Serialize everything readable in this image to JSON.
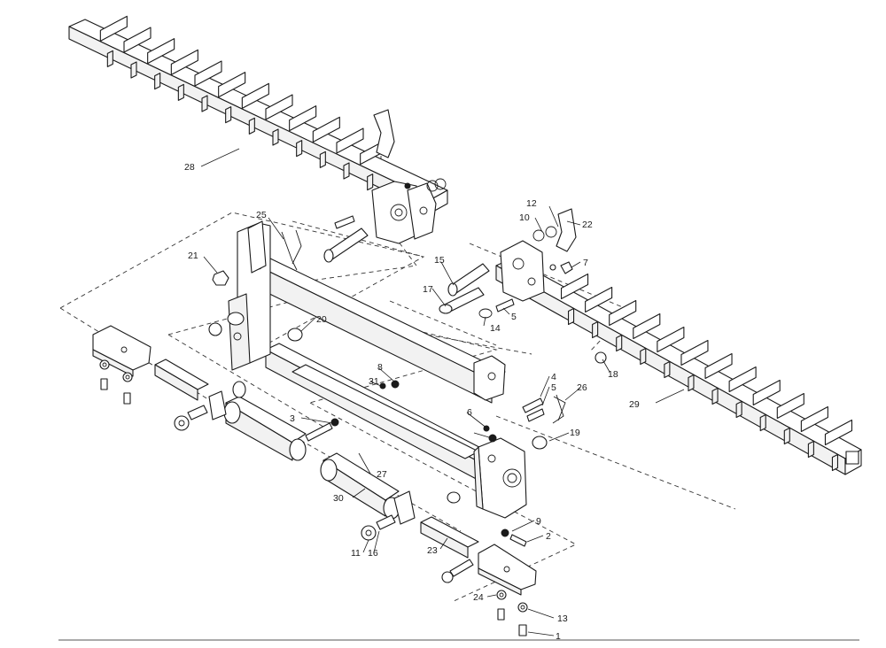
{
  "callouts": [
    {
      "id": "c1",
      "label": "1"
    },
    {
      "id": "c2",
      "label": "2"
    },
    {
      "id": "c3",
      "label": "3"
    },
    {
      "id": "c4",
      "label": "4"
    },
    {
      "id": "c5a",
      "label": "5"
    },
    {
      "id": "c5b",
      "label": "5"
    },
    {
      "id": "c6",
      "label": "6"
    },
    {
      "id": "c7",
      "label": "7"
    },
    {
      "id": "c8",
      "label": "8"
    },
    {
      "id": "c9",
      "label": "9"
    },
    {
      "id": "c10",
      "label": "10"
    },
    {
      "id": "c11",
      "label": "11"
    },
    {
      "id": "c12",
      "label": "12"
    },
    {
      "id": "c13",
      "label": "13"
    },
    {
      "id": "c14",
      "label": "14"
    },
    {
      "id": "c15",
      "label": "15"
    },
    {
      "id": "c16",
      "label": "16"
    },
    {
      "id": "c17",
      "label": "17"
    },
    {
      "id": "c18",
      "label": "18"
    },
    {
      "id": "c19",
      "label": "19"
    },
    {
      "id": "c20",
      "label": "20"
    },
    {
      "id": "c21",
      "label": "21"
    },
    {
      "id": "c22",
      "label": "22"
    },
    {
      "id": "c23",
      "label": "23"
    },
    {
      "id": "c24",
      "label": "24"
    },
    {
      "id": "c25",
      "label": "25"
    },
    {
      "id": "c26",
      "label": "26"
    },
    {
      "id": "c27",
      "label": "27"
    },
    {
      "id": "c28",
      "label": "28"
    },
    {
      "id": "c29",
      "label": "29"
    },
    {
      "id": "c30",
      "label": "30"
    },
    {
      "id": "c31",
      "label": "31"
    }
  ]
}
